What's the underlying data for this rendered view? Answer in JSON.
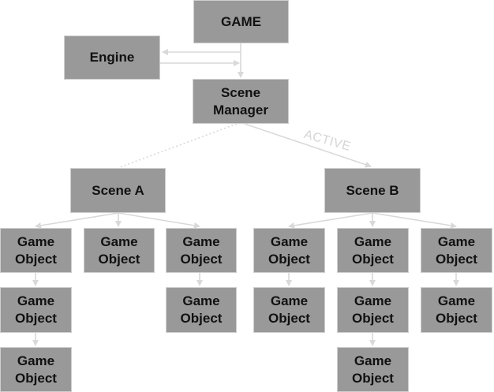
{
  "nodes": {
    "game": "GAME",
    "engine": "Engine",
    "scene_manager": [
      "Scene",
      "Manager"
    ],
    "scene_a": "Scene A",
    "scene_b": "Scene B",
    "game_object": [
      "Game",
      "Object"
    ]
  },
  "edges": {
    "active_label": "ACTIVE"
  },
  "colors": {
    "box_fill": "#999999",
    "box_border": "#cfcfcf",
    "connector": "#d9d9d9",
    "active_label": "#d6d6d6"
  }
}
